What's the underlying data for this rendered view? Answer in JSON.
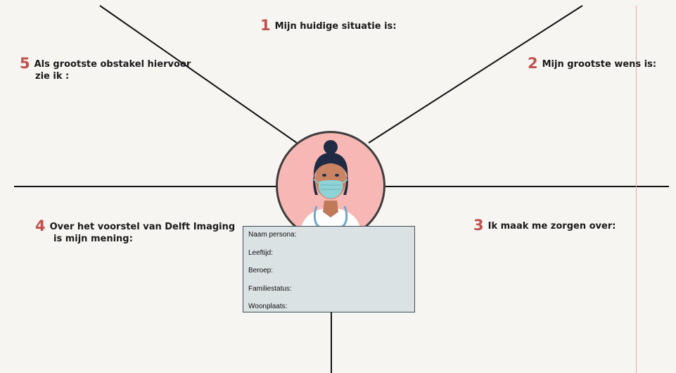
{
  "sections": [
    {
      "number": "1",
      "label": "Mijn huidige situatie is:"
    },
    {
      "number": "2",
      "label": "Mijn grootste wens is:"
    },
    {
      "number": "3",
      "label": "Ik maak me zorgen over:"
    },
    {
      "number": "4",
      "label_line1": "Over het voorstel van Delft Imaging",
      "label_line2": "is mijn mening:"
    },
    {
      "number": "5",
      "label_line1": "Als grootste obstakel hiervoor",
      "label_line2": "zie ik :"
    }
  ],
  "persona_card": {
    "fields": [
      "Naam persona:",
      "Leeftijd:",
      "Beroep:",
      "Familiestatus:",
      "Woonplaats:"
    ]
  },
  "colors": {
    "accent_number": "#c0504d",
    "background": "#f7f5f2",
    "avatar_bg": "#f7b8b5",
    "card_bg": "#dbe2e4",
    "mask": "#8fd3d6",
    "hair": "#1f2a44"
  },
  "icons": {
    "avatar": "nurse-with-face-mask-icon"
  }
}
